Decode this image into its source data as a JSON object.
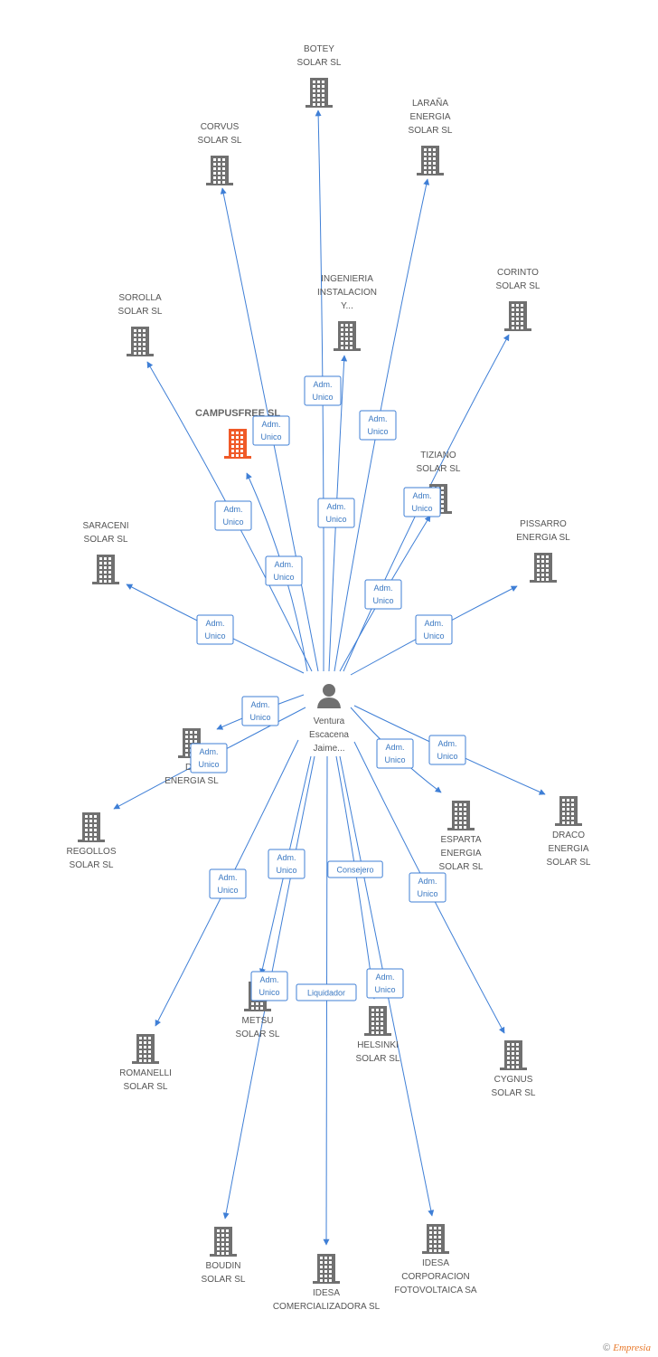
{
  "colors": {
    "edge": "#3f7fd6",
    "building": "#707070",
    "building_focus": "#f05a28",
    "person": "#707070",
    "label_box_border": "#3f7fd6",
    "label_text": "#3a78c2"
  },
  "center": {
    "id": "ventura",
    "lines": [
      "Ventura",
      "Escacena",
      "Jaime..."
    ],
    "icon": "person-icon"
  },
  "nodes": [
    {
      "id": "botey",
      "lines": [
        "BOTEY",
        "SOLAR SL"
      ],
      "icon": "building-icon"
    },
    {
      "id": "corvus",
      "lines": [
        "CORVUS",
        "SOLAR SL"
      ],
      "icon": "building-icon"
    },
    {
      "id": "larana",
      "lines": [
        "LARAÑA",
        "ENERGIA",
        "SOLAR SL"
      ],
      "icon": "building-icon"
    },
    {
      "id": "ingenieria",
      "lines": [
        "INGENIERIA",
        "INSTALACION",
        "Y..."
      ],
      "icon": "building-icon"
    },
    {
      "id": "corinto",
      "lines": [
        "CORINTO",
        "SOLAR SL"
      ],
      "icon": "building-icon"
    },
    {
      "id": "sorolla",
      "lines": [
        "SOROLLA",
        "SOLAR SL"
      ],
      "icon": "building-icon"
    },
    {
      "id": "campusfree",
      "lines": [
        "CAMPUSFREE SL"
      ],
      "icon": "building-icon",
      "focus": true
    },
    {
      "id": "tiziano",
      "lines": [
        "TIZIANO",
        "SOLAR SL"
      ],
      "icon": "building-icon"
    },
    {
      "id": "saraceni",
      "lines": [
        "SARACENI",
        "SOLAR SL"
      ],
      "icon": "building-icon"
    },
    {
      "id": "pissarro",
      "lines": [
        "PISSARRO",
        "ENERGIA SL"
      ],
      "icon": "building-icon"
    },
    {
      "id": "da",
      "lines": [
        "DA",
        "ENERGIA SL"
      ],
      "icon": "building-icon"
    },
    {
      "id": "regollos",
      "lines": [
        "REGOLLOS",
        "SOLAR SL"
      ],
      "icon": "building-icon"
    },
    {
      "id": "esparta",
      "lines": [
        "ESPARTA",
        "ENERGIA",
        "SOLAR SL"
      ],
      "icon": "building-icon"
    },
    {
      "id": "draco",
      "lines": [
        "DRACO",
        "ENERGIA",
        "SOLAR SL"
      ],
      "icon": "building-icon"
    },
    {
      "id": "metsu",
      "lines": [
        "METSU",
        "SOLAR SL"
      ],
      "icon": "building-icon"
    },
    {
      "id": "helsinki",
      "lines": [
        "HELSINKI",
        "SOLAR SL"
      ],
      "icon": "building-icon"
    },
    {
      "id": "romanelli",
      "lines": [
        "ROMANELLI",
        "SOLAR SL"
      ],
      "icon": "building-icon"
    },
    {
      "id": "cygnus",
      "lines": [
        "CYGNUS",
        "SOLAR SL"
      ],
      "icon": "building-icon"
    },
    {
      "id": "boudin",
      "lines": [
        "BOUDIN",
        "SOLAR SL"
      ],
      "icon": "building-icon"
    },
    {
      "id": "idesa_com",
      "lines": [
        "IDESA",
        "COMERCIALIZADORA SL"
      ],
      "icon": "building-icon"
    },
    {
      "id": "idesa_corp",
      "lines": [
        "IDESA",
        "CORPORACION",
        "FOTOVOLTAICA SA"
      ],
      "icon": "building-icon"
    }
  ],
  "edges": [
    {
      "to": "botey",
      "label": [
        "Adm.",
        "Unico"
      ]
    },
    {
      "to": "corvus",
      "label": [
        "Adm.",
        "Unico"
      ]
    },
    {
      "to": "larana",
      "label": [
        "Adm.",
        "Unico"
      ]
    },
    {
      "to": "ingenieria",
      "label": [
        "Adm.",
        "Unico"
      ]
    },
    {
      "to": "corinto",
      "label": [
        "Adm.",
        "Unico"
      ]
    },
    {
      "to": "sorolla",
      "label": [
        "Adm.",
        "Unico"
      ]
    },
    {
      "to": "campusfree",
      "label": [
        "Adm.",
        "Unico"
      ]
    },
    {
      "to": "tiziano",
      "label": [
        "Adm.",
        "Unico"
      ]
    },
    {
      "to": "saraceni",
      "label": [
        "Adm.",
        "Unico"
      ]
    },
    {
      "to": "pissarro",
      "label": [
        "Adm.",
        "Unico"
      ]
    },
    {
      "to": "da",
      "label": [
        "Adm.",
        "Unico"
      ]
    },
    {
      "to": "regollos",
      "label": [
        "Adm.",
        "Unico"
      ]
    },
    {
      "to": "esparta",
      "label": [
        "Adm.",
        "Unico"
      ]
    },
    {
      "to": "draco",
      "label": [
        "Adm.",
        "Unico"
      ]
    },
    {
      "to": "metsu",
      "label": [
        "Adm.",
        "Unico"
      ]
    },
    {
      "to": "helsinki",
      "label": [
        "Consejero"
      ]
    },
    {
      "to": "romanelli",
      "label": [
        "Adm.",
        "Unico"
      ]
    },
    {
      "to": "cygnus",
      "label": [
        "Adm.",
        "Unico"
      ]
    },
    {
      "to": "boudin",
      "label": [
        "Adm.",
        "Unico"
      ]
    },
    {
      "to": "idesa_com",
      "label": [
        "Liquidador"
      ]
    },
    {
      "to": "idesa_corp",
      "label": [
        "Adm.",
        "Unico"
      ]
    }
  ],
  "footer": {
    "copyright": "©",
    "brand": "Empresia"
  }
}
